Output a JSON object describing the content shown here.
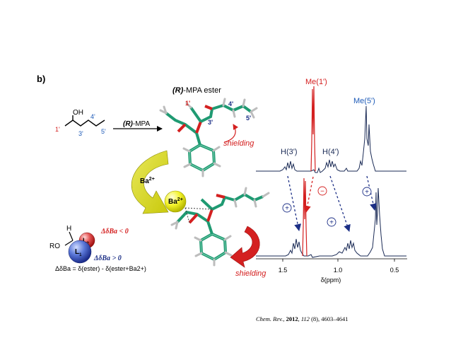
{
  "panel": {
    "label": "b)"
  },
  "reaction": {
    "alcohol": {
      "oh": "OH",
      "c1": "1'",
      "c3": "3'",
      "c4": "4'",
      "c5": "5'"
    },
    "reagent_prefix": "(R)",
    "reagent_suffix": "-MPA",
    "product_prefix": "(R)",
    "product_suffix": "-MPA ester"
  },
  "ester_model": {
    "c1": "1'",
    "c3": "3'",
    "c4": "4'",
    "c5": "5'",
    "shielding_top": "shielding",
    "shielding_bottom": "shielding"
  },
  "barium": {
    "arrow_label": "Ba",
    "arrow_label_sup": "2+",
    "sphere_label": "Ba",
    "sphere_label_sup": "2+"
  },
  "model_scheme": {
    "h": "H",
    "ro": "RO",
    "l1": "L",
    "l1_sub": "1",
    "l2": "L",
    "l2_sub": "2",
    "rule_neg_delta": "ΔδBa",
    "rule_neg_value": "< 0",
    "rule_pos_delta": "ΔδBa",
    "rule_pos_value": "> 0",
    "definition": "ΔδBa = δ(ester) - δ(ester+Ba2+)"
  },
  "nmr": {
    "labels": {
      "me1": "Me(1')",
      "me5": "Me(5')",
      "h3": "H(3')",
      "h4": "H(4')"
    },
    "signs": {
      "plus_h3": "+",
      "minus_me1": "−",
      "plus_h4": "+",
      "plus_me5": "+"
    },
    "axis_ticks": [
      "1.5",
      "1.0",
      "0.5"
    ],
    "axis_label": "δ(ppm)"
  },
  "citation": {
    "journal": "Chem. Rev.",
    "year": "2012",
    "volume": "112",
    "issue": "(8), 4603–4641"
  },
  "colors": {
    "red": "#d42020",
    "blue": "#1e5bb8",
    "navy": "#1c2f86",
    "bond_green": "#1f9a72",
    "yellow": "#e6e61a"
  }
}
